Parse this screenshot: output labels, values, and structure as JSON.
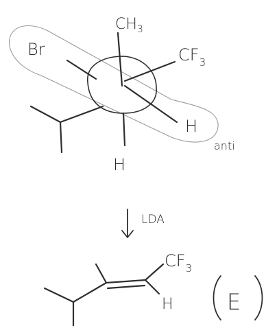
{
  "newman": {
    "front_top": "CH₃",
    "front_top_main": "CH",
    "front_top_sub": "3",
    "top_left": "Br",
    "top_right_main": "CF",
    "top_right_sub": "3",
    "bottom_right": "H",
    "bottom": "H",
    "conformation_note": "anti"
  },
  "reaction": {
    "reagent": "LDA",
    "arrow": "↓"
  },
  "product": {
    "substituent_top_main": "CF",
    "substituent_top_sub": "3",
    "substituent_bottom": "H",
    "compound_label": "E"
  }
}
